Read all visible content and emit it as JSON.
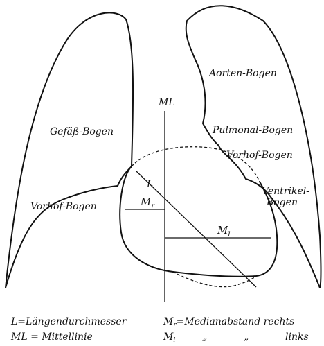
{
  "diagram": {
    "labels": {
      "aorten_bogen": "Aorten-Bogen",
      "ml": "ML",
      "gefaess_bogen": "Gefäß-Bogen",
      "pulmonal_bogen": "Pulmonal-Bogen",
      "vorhof_bogen_left": "Vorhof-Bogen",
      "vorhof_bogen_right": "Vorhof-Bogen",
      "l": "L",
      "ventrikel_bogen_line1": "Ventrikel-",
      "ventrikel_bogen_line2": "Bogen",
      "m_r_main": "M",
      "m_r_sub": "r",
      "m_l_main": "M",
      "m_l_sub": "l"
    },
    "legend": {
      "l_def": "L=Längendurchmesser",
      "ml_def": "ML = Mittellinie",
      "mr_main": "M",
      "mr_sub": "r",
      "mr_def": "=Medianabstand rechts",
      "ml2_main": "M",
      "ml2_sub": "l",
      "ditto1": "„",
      "ditto2": "„",
      "links": "links"
    }
  }
}
